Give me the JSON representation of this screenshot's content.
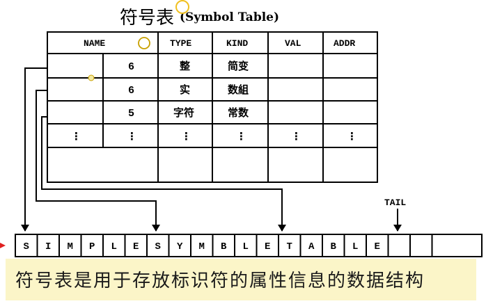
{
  "title": "符号表",
  "title_en": "(Symbol Table)",
  "table": {
    "headers": [
      "NAME",
      "TYPE",
      "KIND",
      "VAL",
      "ADDR"
    ],
    "rows": [
      {
        "len": "6",
        "type": "整",
        "kind": "简变",
        "val": "",
        "addr": ""
      },
      {
        "len": "6",
        "type": "实",
        "kind": "数組",
        "val": "",
        "addr": ""
      },
      {
        "len": "5",
        "type": "字符",
        "kind": "常数",
        "val": "",
        "addr": ""
      },
      {
        "len": "⋮",
        "type": "⋮",
        "kind": "⋮",
        "val": "⋮",
        "addr": "⋮",
        "name_ptr": "⋮"
      },
      {
        "len": "",
        "type": "",
        "kind": "",
        "val": "",
        "addr": ""
      }
    ]
  },
  "string_table": {
    "chars": [
      "S",
      "I",
      "M",
      "P",
      "L",
      "E",
      "S",
      "Y",
      "M",
      "B",
      "L",
      "E",
      "T",
      "A",
      "B",
      "L",
      "E",
      "",
      ""
    ],
    "tail_label": "TAIL"
  },
  "caption": "符号表是用于存放标识符的属性信息的数据结构",
  "colors": {
    "line": "#000000",
    "marker": "#f0c020",
    "pointer_arrow": "#e02020",
    "caption_bg": "#fbf5c8"
  }
}
